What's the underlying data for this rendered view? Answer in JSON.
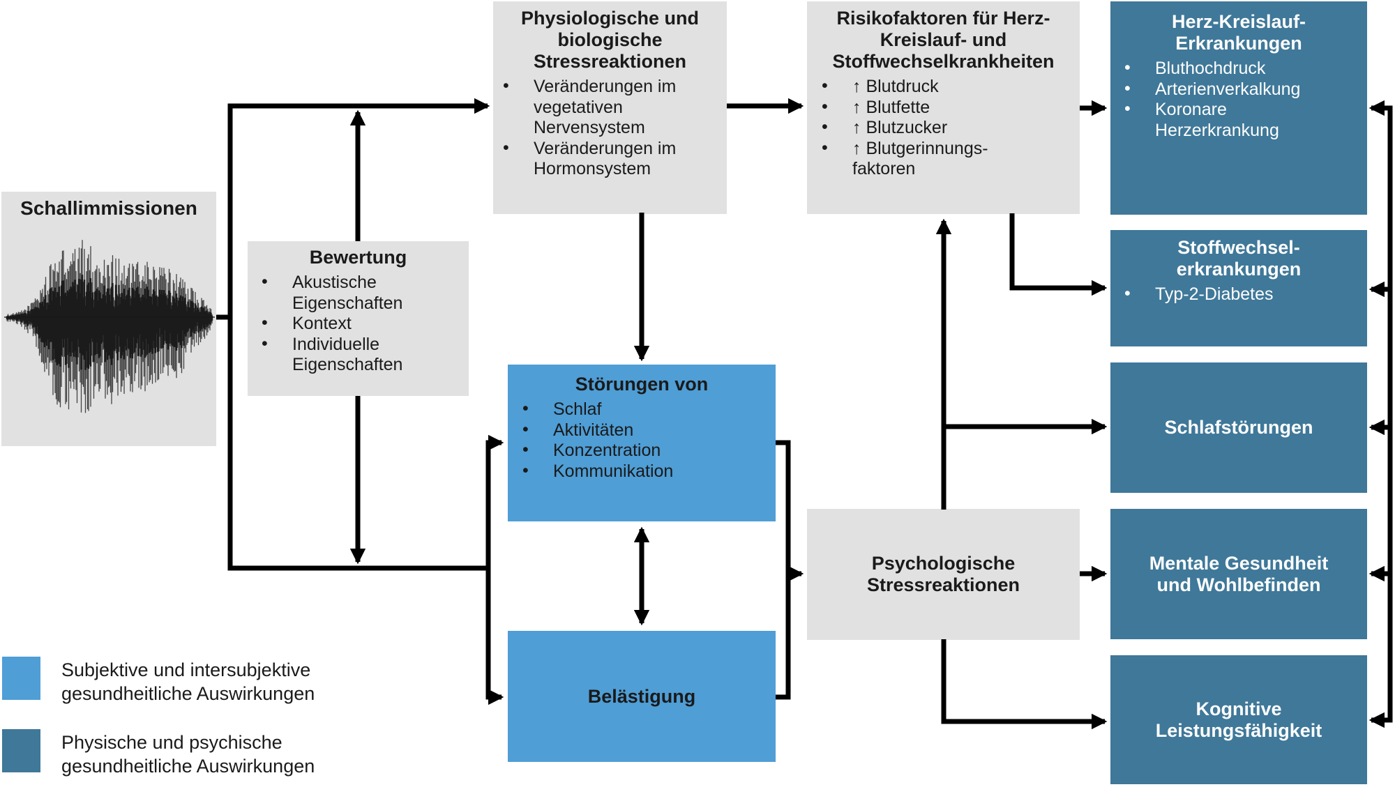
{
  "colors": {
    "light_blue": "#4f9ed6",
    "dark_blue": "#3f7899",
    "box_gray": "#e1e1e1",
    "arrow_black": "#000000",
    "text_dark": "#1a1a1a",
    "text_light": "#fdfdfd"
  },
  "nodes": {
    "schallimmissionen": {
      "title": "Schallimmissionen"
    },
    "bewertung": {
      "title": "Bewertung",
      "items": [
        "Akustische Eigenschaften",
        "Kontext",
        "Individuelle Eigenschaften"
      ]
    },
    "physiologische": {
      "title": "Physiologische und\nbiologische\nStressreaktionen",
      "items": [
        "Veränderungen im vegetativen Nervensystem",
        "Veränderungen im Hormonsystem"
      ]
    },
    "risikofaktoren": {
      "title": "Risikofaktoren für Herz-\nKreislauf- und\nStoffwechselkrankheiten",
      "items": [
        "↑ Blutdruck",
        "↑ Blutfette",
        "↑ Blutzucker",
        "↑ Blutgerinnungs-faktoren"
      ]
    },
    "herz_kreislauf": {
      "title": "Herz-Kreislauf-\nErkrankungen",
      "items": [
        "Bluthochdruck",
        "Arterienverkalkung",
        "Koronare Herzerkrankung"
      ]
    },
    "stoffwechsel": {
      "title": "Stoffwechsel-\nerkrankungen",
      "items": [
        "Typ-2-Diabetes"
      ]
    },
    "schlafstoerungen": {
      "title": "Schlafstörungen"
    },
    "mentale_gesundheit": {
      "title": "Mentale Gesundheit\nund Wohlbefinden"
    },
    "kognitive": {
      "title": "Kognitive\nLeistungsfähigkeit"
    },
    "stoerungen": {
      "title": "Störungen von",
      "items": [
        "Schlaf",
        "Aktivitäten",
        "Konzentration",
        "Kommunikation"
      ]
    },
    "belaestigung": {
      "title": "Belästigung"
    },
    "psychologische": {
      "title": "Psychologische\nStressreaktionen"
    }
  },
  "legend": {
    "items": [
      {
        "swatch": "light_blue",
        "label": "Subjektive und intersubjektive\ngesundheitliche Auswirkungen"
      },
      {
        "swatch": "dark_blue",
        "label": "Physische und psychische\ngesundheitliche Auswirkungen"
      }
    ]
  },
  "edges": [
    {
      "from": "schallimmissionen",
      "to": "physiologische"
    },
    {
      "from": "schallimmissionen",
      "to": "stoerungen"
    },
    {
      "from": "schallimmissionen",
      "to": "belaestigung"
    },
    {
      "from": "bewertung",
      "to": "upper_pathway"
    },
    {
      "from": "bewertung",
      "to": "lower_pathway"
    },
    {
      "from": "physiologische",
      "to": "risikofaktoren"
    },
    {
      "from": "physiologische",
      "to": "stoerungen"
    },
    {
      "from": "risikofaktoren",
      "to": "herz_kreislauf"
    },
    {
      "from": "risikofaktoren",
      "to": "stoffwechsel"
    },
    {
      "from": "stoerungen",
      "to": "belaestigung",
      "bidirectional": true
    },
    {
      "from": "stoerungen",
      "to": "psychologische"
    },
    {
      "from": "belaestigung",
      "to": "psychologische"
    },
    {
      "from": "psychologische",
      "to": "risikofaktoren"
    },
    {
      "from": "psychologische",
      "to": "schlafstoerungen"
    },
    {
      "from": "psychologische",
      "to": "mentale_gesundheit"
    },
    {
      "from": "psychologische",
      "to": "kognitive"
    },
    {
      "from": "feedback_line",
      "to": "herz_kreislauf"
    },
    {
      "from": "feedback_line",
      "to": "stoffwechsel"
    },
    {
      "from": "feedback_line",
      "to": "schlafstoerungen"
    },
    {
      "from": "feedback_line",
      "to": "mentale_gesundheit"
    },
    {
      "from": "feedback_line",
      "to": "kognitive"
    }
  ]
}
